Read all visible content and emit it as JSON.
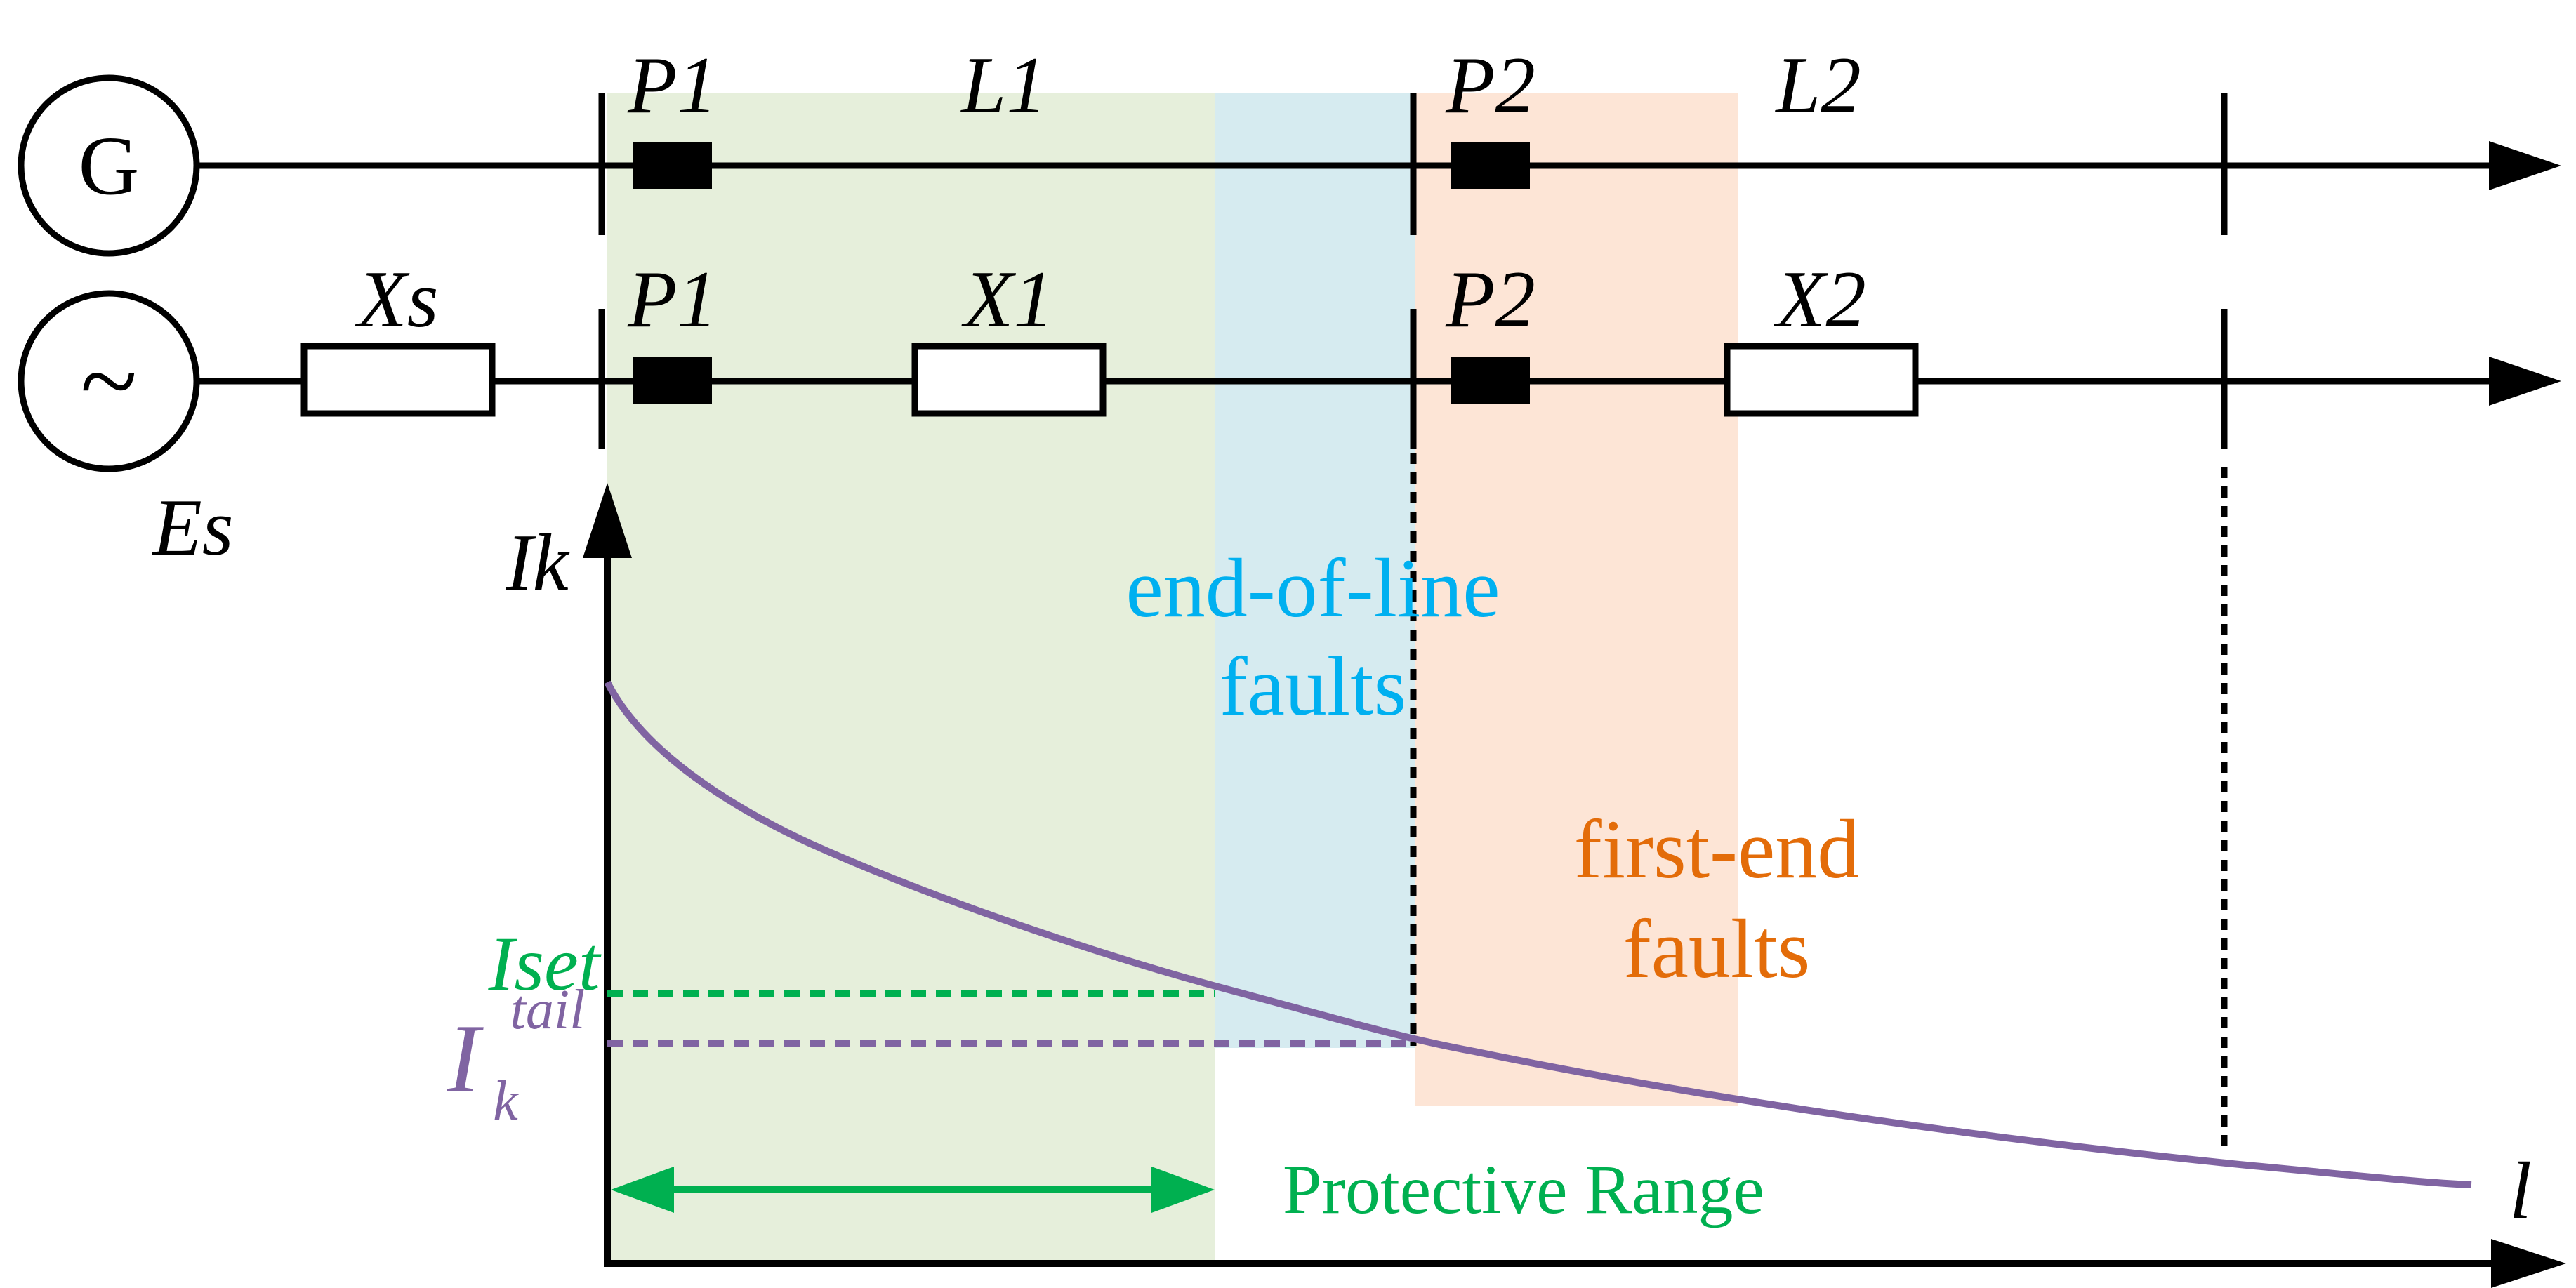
{
  "labels": {
    "generator": "G",
    "source_symbol": "~",
    "source_emf": "Es",
    "source_reactance": "Xs",
    "p1_top": "P1",
    "p2_top": "P2",
    "l1": "L1",
    "l2": "L2",
    "p1_bottom": "P1",
    "p2_bottom": "P2",
    "x1": "X1",
    "x2": "X2",
    "y_axis": "Ik",
    "x_axis": "l",
    "iset": "Iset",
    "ik_tail_main": "I",
    "ik_tail_sup": "tail",
    "ik_tail_sub": "k",
    "end_of_line_1": "end-of-line",
    "end_of_line_2": "faults",
    "first_end_1": "first-end",
    "first_end_2": "faults",
    "protective_range": "Protective Range"
  },
  "colors": {
    "line": "#000000",
    "green_zone": "#e6efdb",
    "blue_zone": "#d6ebf0",
    "orange_zone": "#fde5d6",
    "curve": "#8064a2",
    "iset": "#00b050",
    "protective": "#00b050",
    "end_of_line_text": "#00b0f0",
    "first_end_text": "#e36c09"
  }
}
